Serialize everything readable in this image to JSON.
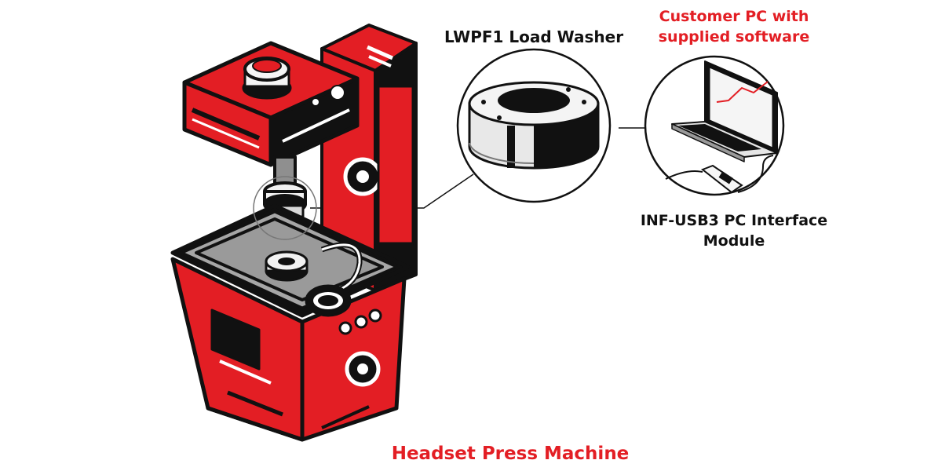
{
  "labels": {
    "load_washer": "LWPF1 Load Washer",
    "customer_pc_line1": "Customer PC with",
    "customer_pc_line2": "supplied software",
    "interface_line1": "INF-USB3 PC Interface",
    "interface_line2": "Module",
    "machine": "Headset Press Machine"
  },
  "colors": {
    "brand_red": "#e31e24",
    "outline": "#111111",
    "tray_gray": "#9e9e9e",
    "label_text": "#111111"
  },
  "icons": [
    "press-machine-illustration",
    "load-washer-icon",
    "laptop-icon",
    "usb-interface-module-icon",
    "headset-icon"
  ]
}
